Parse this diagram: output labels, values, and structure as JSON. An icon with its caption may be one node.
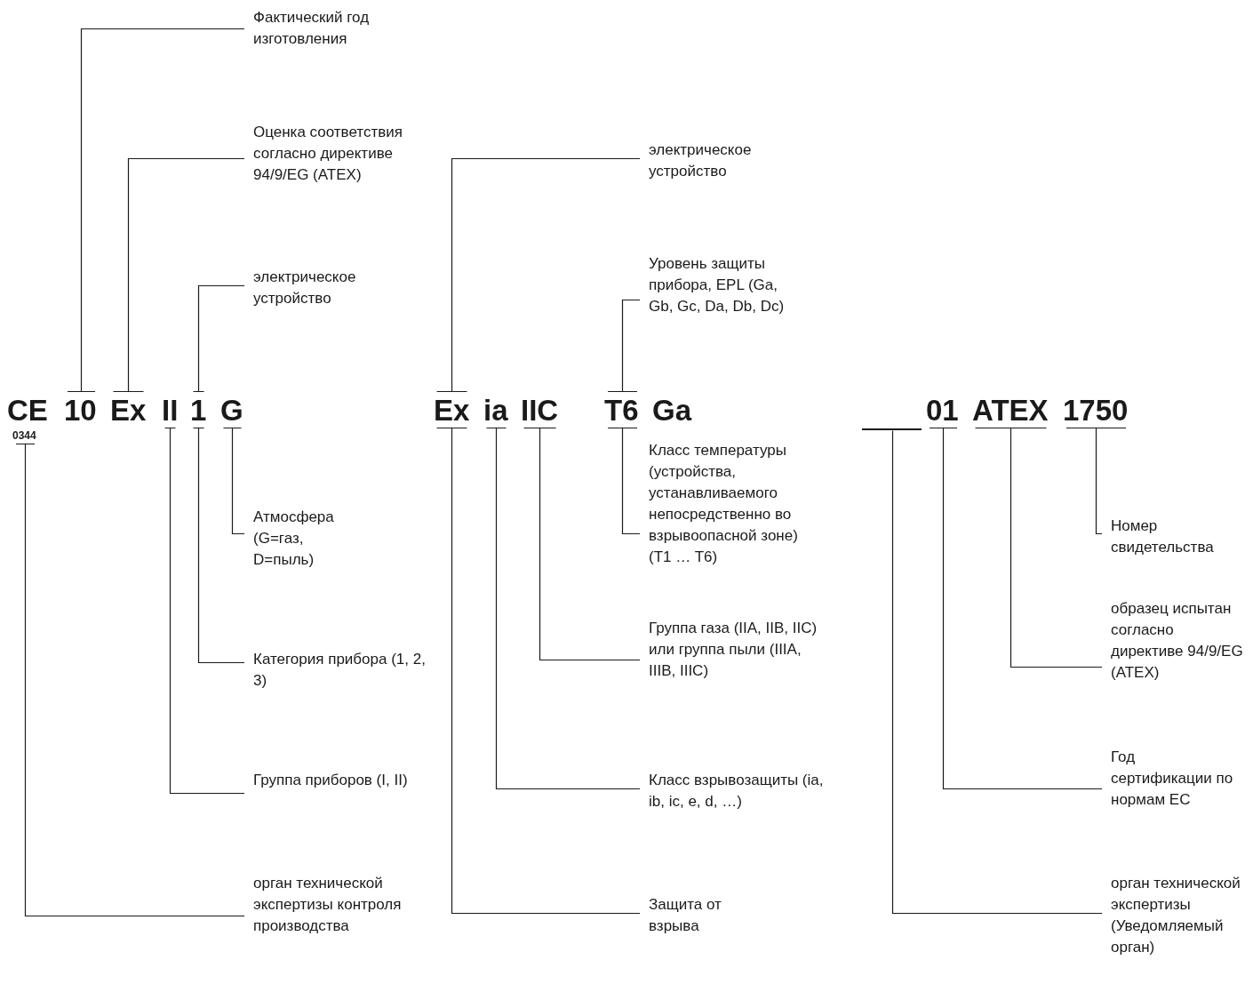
{
  "diagram": {
    "nodes": [
      {
        "text": [
          "Фактический год изготовления"
        ]
      },
      {
        "text": [
          "Оценка соответствия согласно директиве 94/9/EG (ATEX)"
        ]
      },
      {
        "text": [
          "электрическое устройство"
        ]
      },
      {
        "text": [
          "электрическое устройство"
        ]
      },
      {
        "text": [
          "Уровень защиты прибора, EPL (Ga, Gb, Gc, Da, Db, Dc)"
        ]
      },
      {
        "text": [
          "CE"
        ]
      },
      {
        "text": [
          "10"
        ]
      },
      {
        "text": [
          "Ex"
        ]
      },
      {
        "text": [
          "II"
        ]
      },
      {
        "text": [
          "1"
        ]
      },
      {
        "text": [
          "G"
        ]
      },
      {
        "text": [
          "0344"
        ]
      },
      {
        "text": [
          "Ex"
        ]
      },
      {
        "text": [
          "ia"
        ]
      },
      {
        "text": [
          "IIC"
        ]
      },
      {
        "text": [
          "T6"
        ]
      },
      {
        "text": [
          "Ga"
        ]
      },
      {
        "text": [],
        "shape": "bar"
      },
      {
        "text": [
          "01"
        ]
      },
      {
        "text": [
          "ATEX"
        ]
      },
      {
        "text": [
          "1750"
        ]
      },
      {
        "text": [
          "Атмосфера (G=газ, D=пыль)"
        ]
      },
      {
        "text": [
          "Класс температуры (устройства, устанавливаемого непосредственно во взрывоопасной зоне) (T1 … T6)"
        ]
      },
      {
        "text": [
          "Номер свидетельства"
        ]
      },
      {
        "text": [
          "образец испытан согласно директиве 94/9/EG (ATEX)"
        ]
      },
      {
        "text": [
          "Категория прибора (1, 2, 3)"
        ]
      },
      {
        "text": [
          "Группа газа (IIA, IIB, IIC) или группа пыли (IIIA, IIIB, IIIC)"
        ]
      },
      {
        "text": [
          "Год сертификации по нормам ЕС"
        ]
      },
      {
        "text": [
          "Группа приборов (I, II)"
        ]
      },
      {
        "text": [
          "Класс взрывозащиты (ia, ib, ic, e, d, …)"
        ]
      },
      {
        "text": [
          "орган технической экспертизы контроля производства"
        ]
      },
      {
        "text": [
          "Защита от взрыва"
        ]
      },
      {
        "text": [
          "орган технической экспертизы (Уведомляемый орган)"
        ]
      }
    ],
    "edges": [
      {
        "from": 0,
        "to": 6,
        "arrow": "none"
      },
      {
        "from": 1,
        "to": 7,
        "arrow": "none"
      },
      {
        "from": 2,
        "to": 9,
        "arrow": "none"
      },
      {
        "from": 3,
        "to": 12,
        "arrow": "none"
      },
      {
        "from": 4,
        "to": 15,
        "arrow": "none"
      },
      {
        "from": 21,
        "to": 10,
        "arrow": "none"
      },
      {
        "from": 22,
        "to": 15,
        "arrow": "none"
      },
      {
        "from": 23,
        "to": 20,
        "arrow": "none"
      },
      {
        "from": 24,
        "to": 19,
        "arrow": "none"
      },
      {
        "from": 25,
        "to": 9,
        "arrow": "none"
      },
      {
        "from": 26,
        "to": 14,
        "arrow": "none"
      },
      {
        "from": 27,
        "to": 18,
        "arrow": "none"
      },
      {
        "from": 28,
        "to": 8,
        "arrow": "none"
      },
      {
        "from": 29,
        "to": 13,
        "arrow": "none"
      },
      {
        "from": 30,
        "to": 11,
        "arrow": "none"
      },
      {
        "from": 31,
        "to": 12,
        "arrow": "none"
      },
      {
        "from": 32,
        "to": 17,
        "arrow": "none"
      }
    ]
  }
}
